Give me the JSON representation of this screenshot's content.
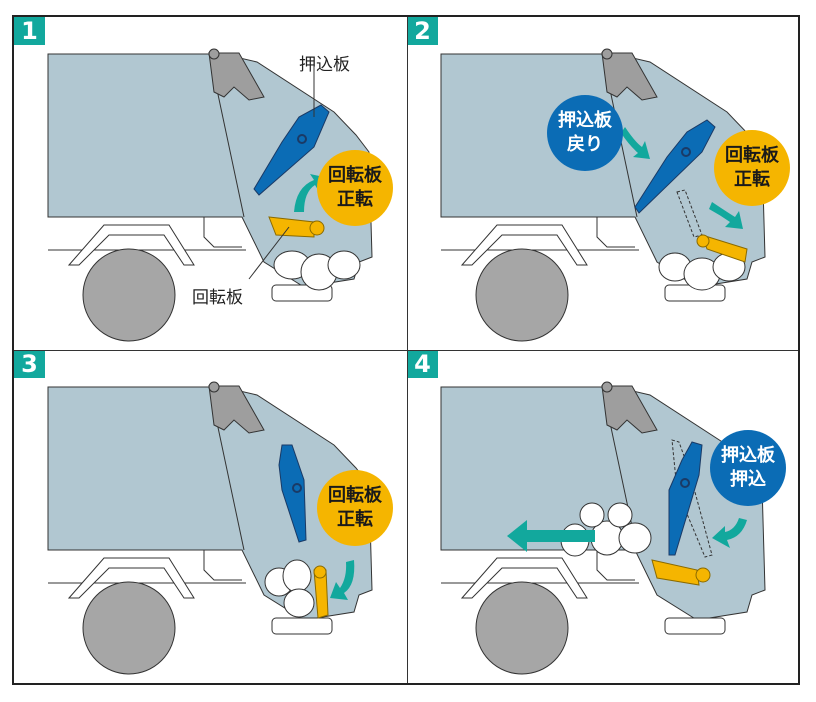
{
  "panels": [
    {
      "number": "1",
      "badge": {
        "text": "回転板\n正転",
        "color": "yellow"
      },
      "labels": {
        "push_plate": "押込板",
        "rotating_plate": "回転板"
      }
    },
    {
      "number": "2",
      "badges": [
        {
          "text": "押込板\n戻り",
          "color": "blue"
        },
        {
          "text": "回転板\n正転",
          "color": "yellow"
        }
      ]
    },
    {
      "number": "3",
      "badge": {
        "text": "回転板\n正転",
        "color": "yellow"
      }
    },
    {
      "number": "4",
      "badge": {
        "text": "押込板\n押込",
        "color": "blue"
      }
    }
  ],
  "colors": {
    "teal": "#12a89d",
    "body_blue_gray": "#b1c7d1",
    "push_plate_blue": "#0b6cb5",
    "rotating_plate_yellow": "#f5b500",
    "wheel_gray": "#a6a6a6",
    "arm_gray": "#9e9e9e"
  }
}
